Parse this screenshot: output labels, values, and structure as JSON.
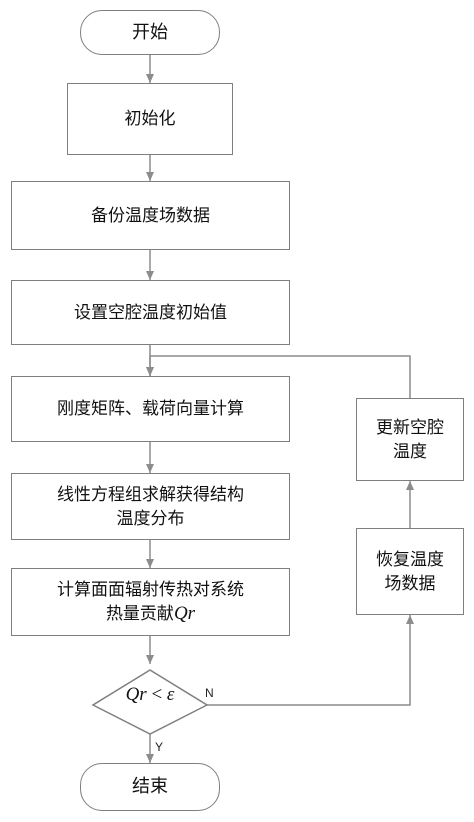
{
  "diagram": {
    "start": "开始",
    "init": "初始化",
    "backup": "备份温度场数据",
    "set_cavity": "设置空腔温度初始值",
    "stiffness": "刚度矩阵、载荷向量计算",
    "solve_line1": "线性方程组求解获得结构",
    "solve_line2": "温度分布",
    "compute_line1": "计算面面辐射传热对系统",
    "compute_line2_text": "热量贡献",
    "compute_line2_symbol": "Qr",
    "decision_symbol": "Qr",
    "decision_op": " < ",
    "decision_eps": "ε",
    "no_label": "N",
    "yes_label": "Y",
    "restore_line1": "恢复温度",
    "restore_line2": "场数据",
    "update_line1": "更新空腔",
    "update_line2": "温度",
    "end": "结束"
  }
}
